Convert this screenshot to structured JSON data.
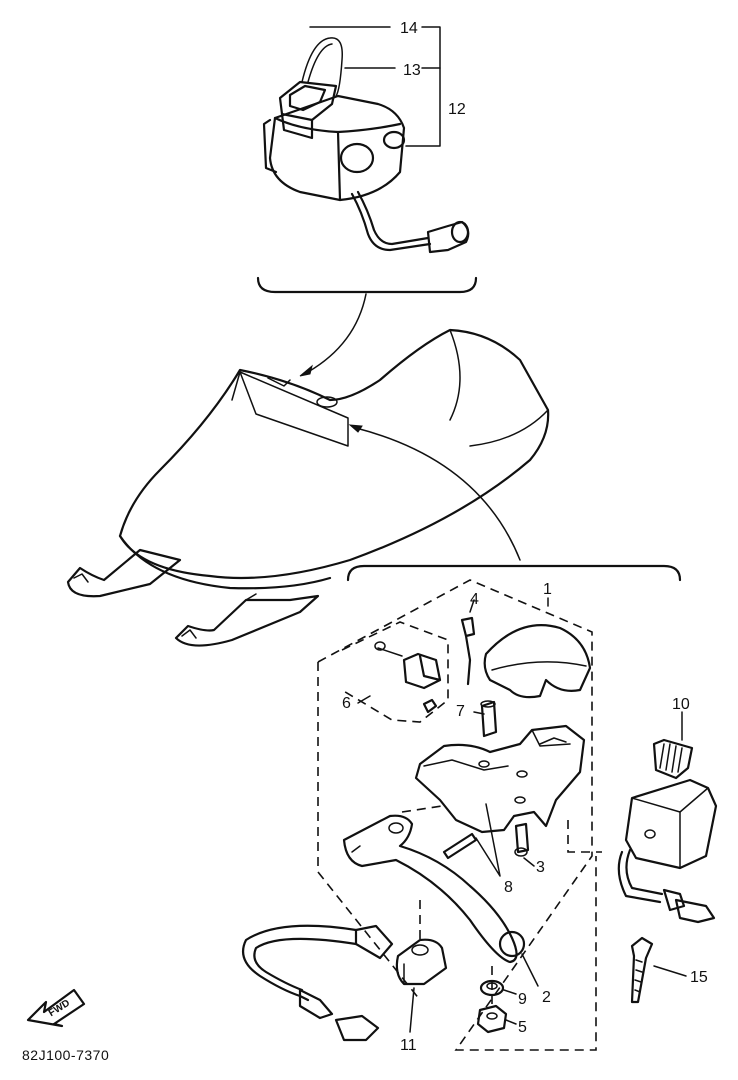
{
  "diagram_code": "82J100-7370",
  "direction_arrow": {
    "label": "FWD",
    "icon": "forward-arrow-icon"
  },
  "callouts": [
    "1",
    "2",
    "3",
    "4",
    "5",
    "6",
    "7",
    "8",
    "9",
    "10",
    "11",
    "12",
    "13",
    "14",
    "15"
  ],
  "colors": {
    "ink": "#111111",
    "paper": "#ffffff"
  }
}
